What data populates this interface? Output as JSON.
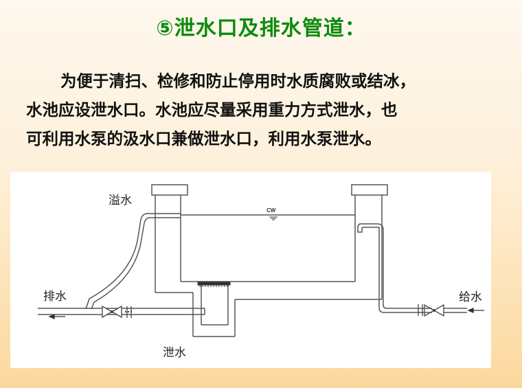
{
  "slide": {
    "title": "⑤泄水口及排水管道：",
    "title_color": "#0c8a0c",
    "paragraph_lines": [
      "为便于清扫、检修和防止停用时水质腐败或结冰，",
      "水池应设泄水口。水池应尽量采用重力方式泄水，也",
      "可利用水泵的汲水口兼做泄水口，利用水泵泄水。"
    ]
  },
  "diagram": {
    "labels": {
      "overflow": "溢水",
      "drain": "排水",
      "discharge": "泄水",
      "supply": "给水",
      "water_level": "CW"
    },
    "icons": [
      "gate-valve-icon",
      "pipe-union-icon",
      "water-level-icon",
      "flow-arrow-icon"
    ]
  }
}
